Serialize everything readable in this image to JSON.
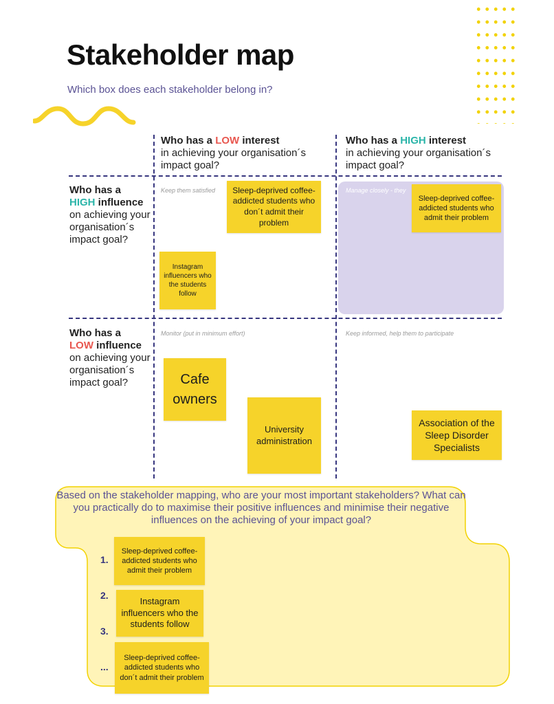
{
  "header": {
    "title": "Stakeholder map",
    "subtitle": "Which box does each stakeholder belong in?"
  },
  "columns": {
    "low": {
      "prefix": "Who has a ",
      "keyword": "LOW",
      "suffix": " interest",
      "rest": "in achieving your organisation´s impact goal?"
    },
    "high": {
      "prefix": "Who has a ",
      "keyword": "HIGH",
      "suffix": " interest",
      "rest": "in achieving your organisation´s impact goal?"
    }
  },
  "rows": {
    "high": {
      "prefix": "Who has a",
      "keyword": "HIGH",
      "suffix": " influence",
      "rest": "on achieving your organisation´s impact goal?"
    },
    "low": {
      "prefix": "Who has a",
      "keyword": "LOW",
      "suffix": " influence",
      "rest": "on achieving your organisation´s impact goal?"
    }
  },
  "quadrants": {
    "high_low": {
      "hint": "Keep them satisfied"
    },
    "high_high": {
      "hint": "Manage closely - they"
    },
    "low_low": {
      "hint": "Monitor (put in minimum effort)"
    },
    "low_high": {
      "hint": "Keep informed, help them to participate"
    }
  },
  "notes": {
    "n1": "Sleep-deprived coffee-addicted students who don´t admit their problem",
    "n2": "Sleep-deprived coffee-addicted students who admit their problem",
    "n3": "Instagram influencers who the students follow",
    "n4": "Cafe owners",
    "n5": "University administration",
    "n6": "Association of the Sleep Disorder Specialists"
  },
  "question": {
    "text": "Based on the stakeholder mapping, who are your most important stakeholders? What can you practically do to maximise their positive influences and minimise their negative influences on the achieving of your impact goal?",
    "numbers": [
      "1.",
      "2.",
      "3.",
      "..."
    ],
    "answers": [
      "Sleep-deprived coffee-addicted students who admit their problem",
      "Instagram influencers who the students follow",
      "Sleep-deprived coffee-addicted students who don´t admit their problem"
    ]
  },
  "colors": {
    "accent_yellow": "#f6d32a",
    "indigo": "#36357e",
    "low_red": "#e8574f",
    "high_teal": "#2bb5a9",
    "panel_yellow": "#fff4b8",
    "focus_lavender": "#d9d3ec"
  }
}
